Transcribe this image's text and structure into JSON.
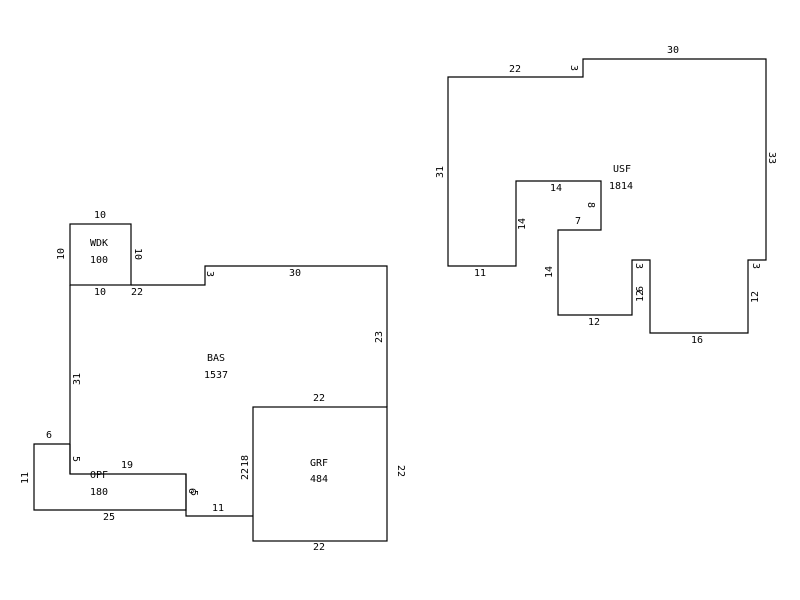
{
  "areas": {
    "wdk": {
      "code": "WDK",
      "sqft": "100"
    },
    "bas": {
      "code": "BAS",
      "sqft": "1537"
    },
    "opf": {
      "code": "OPF",
      "sqft": "180"
    },
    "grf": {
      "code": "GRF",
      "sqft": "484"
    },
    "usf": {
      "code": "USF",
      "sqft": "1814"
    }
  },
  "dimensions": {
    "wdk_top": "10",
    "wdk_left": "10",
    "wdk_right": "10",
    "wdk_bottom": "10",
    "bas_step_22": "22",
    "bas_step_3": "3",
    "bas_top_30": "30",
    "bas_right_23": "23",
    "bas_left_31": "31",
    "bas_left_5": "5",
    "opf_top_6": "6",
    "opf_left_11": "11",
    "opf_right_19": "19",
    "opf_bottom_25": "25",
    "opf_jog_6": "6",
    "opf_jog_5": "5",
    "bas_bottom_11": "11",
    "grf_top_22": "22",
    "grf_left_22": "22",
    "grf_left_18": "18",
    "grf_right_22": "22",
    "grf_bottom_22": "22",
    "usf_top_22": "22",
    "usf_top_3": "3",
    "usf_top_30": "30",
    "usf_right_33": "33",
    "usf_left_31": "31",
    "usf_bottom_11": "11",
    "usf_inner_14v": "14",
    "usf_inner_14h": "14",
    "usf_inner_8": "8",
    "usf_inner_7": "7",
    "usf_inner_14v2": "14",
    "usf_bottom_12": "12",
    "usf_notch_3l": "3",
    "usf_notch_12": "12",
    "usf_notch_9": "9",
    "usf_bottom_16": "16",
    "usf_right_3": "3",
    "usf_right_12": "12"
  }
}
